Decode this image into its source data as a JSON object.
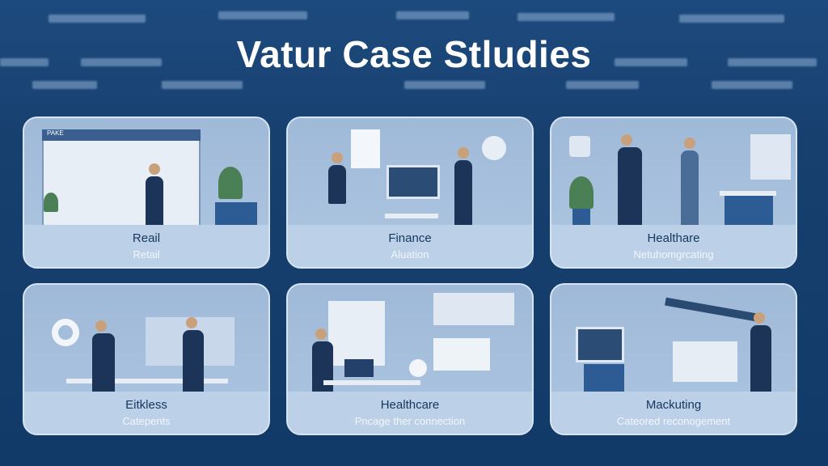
{
  "title": "Vatur Case Stludies",
  "cards": [
    {
      "title": "Reail",
      "subtitle": "Retail",
      "sign": "PAKE"
    },
    {
      "title": "Finance",
      "subtitle": "Aluation"
    },
    {
      "title": "Healthare",
      "subtitle": "Netuhomgrcating"
    },
    {
      "title": "Eitkless",
      "subtitle": "Catepents"
    },
    {
      "title": "Healthcare",
      "subtitle": "Pncage ther connection"
    },
    {
      "title": "Mackuting",
      "subtitle": "Cateored reconogement"
    }
  ]
}
